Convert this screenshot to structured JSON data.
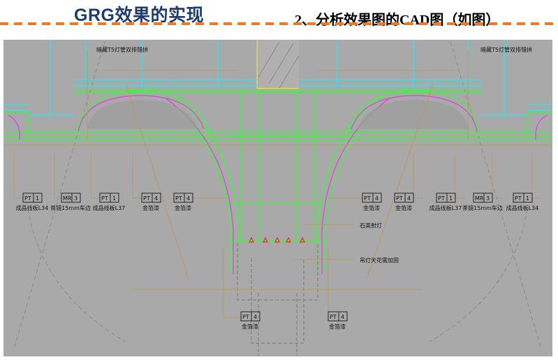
{
  "slide": {
    "title": "GRG效果的实现",
    "subtitle": "2、分析效果图的CAD图（如图）"
  },
  "drawing": {
    "notes": {
      "light_left": "暗藏T5灯管双排错拼",
      "light_right": "暗藏T5灯管双排错拼",
      "spotlight": "石英射灯",
      "reinforce": "吊灯天花需加固"
    },
    "tags": [
      {
        "code": "PT",
        "num": "1",
        "desc": "成品线板L34"
      },
      {
        "code": "MR",
        "num": "3",
        "desc": "茶镜15mm车边"
      },
      {
        "code": "PT",
        "num": "1",
        "desc": "成品线板L37"
      },
      {
        "code": "PT",
        "num": "4",
        "desc": "金箔漆"
      },
      {
        "code": "PT",
        "num": "4",
        "desc": "金箔漆"
      },
      {
        "code": "PT",
        "num": "4",
        "desc": "金箔漆"
      },
      {
        "code": "PT",
        "num": "4",
        "desc": "金箔漆"
      },
      {
        "code": "PT",
        "num": "1",
        "desc": "成品线板L37"
      },
      {
        "code": "MR",
        "num": "3",
        "desc": "茶镜15mm车边"
      },
      {
        "code": "PT",
        "num": "1",
        "desc": "成品线板L34"
      },
      {
        "code": "PT",
        "num": "4",
        "desc": "金箔漆"
      },
      {
        "code": "PT",
        "num": "4",
        "desc": "金箔漆"
      }
    ],
    "colors": {
      "background": "#a9a9a9",
      "structure": "#33ff33",
      "hanger": "#33e0ee",
      "leader": "#b89a5e",
      "profile": "#e040e0",
      "spot": "#ff2020"
    }
  }
}
